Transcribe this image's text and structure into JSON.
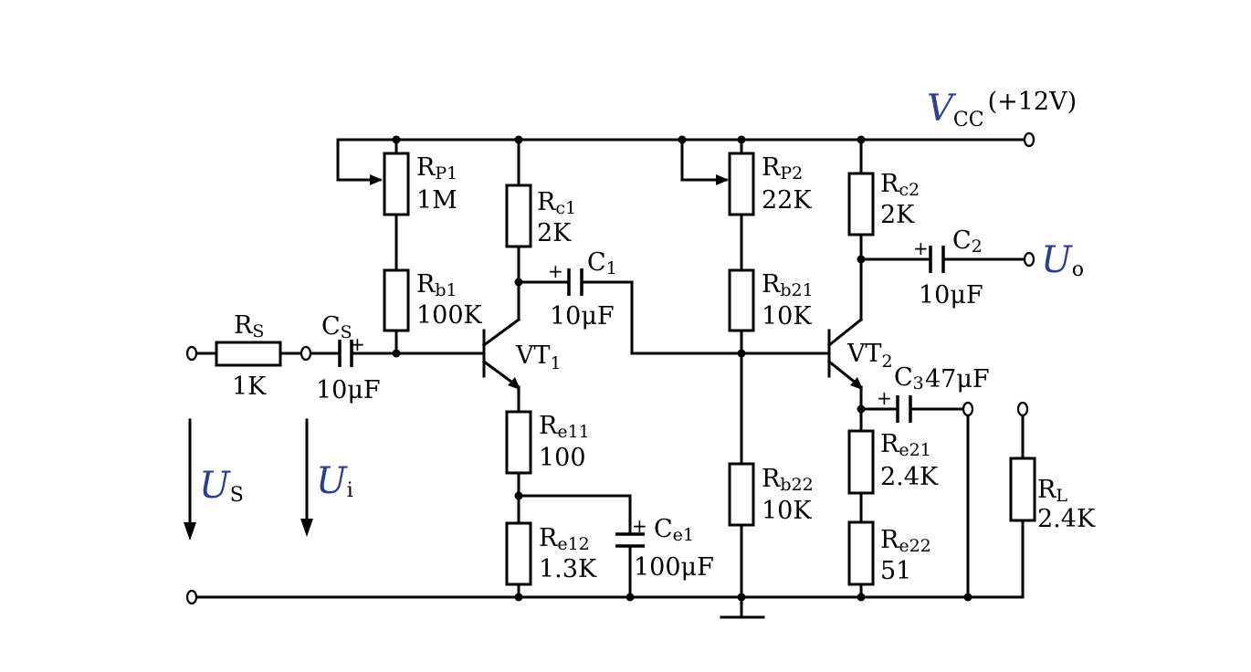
{
  "supply": {
    "symbol": "V",
    "sub": "CC",
    "value": "(+12V)"
  },
  "output_label": {
    "symbol": "U",
    "sub": "o"
  },
  "source_label": {
    "symbol": "U",
    "sub": "S"
  },
  "input_label": {
    "symbol": "U",
    "sub": "i"
  },
  "components": {
    "rs": {
      "name": "R",
      "sub": "S",
      "value": "1K"
    },
    "cs": {
      "name": "C",
      "sub": "S",
      "value": "10μF"
    },
    "rp1": {
      "name": "R",
      "sub": "P1",
      "value": "1M"
    },
    "rb1": {
      "name": "R",
      "sub": "b1",
      "value": "100K"
    },
    "rc1": {
      "name": "R",
      "sub": "c1",
      "value": "2K"
    },
    "c1": {
      "name": "C",
      "sub": "1",
      "value": "10μF"
    },
    "vt1": {
      "name": "VT",
      "sub": "1"
    },
    "re11": {
      "name": "R",
      "sub": "e11",
      "value": "100"
    },
    "re12": {
      "name": "R",
      "sub": "e12",
      "value": "1.3K"
    },
    "ce1": {
      "name": "C",
      "sub": "e1",
      "value": "100μF"
    },
    "rp2": {
      "name": "R",
      "sub": "P2",
      "value": "22K"
    },
    "rb21": {
      "name": "R",
      "sub": "b21",
      "value": "10K"
    },
    "rb22": {
      "name": "R",
      "sub": "b22",
      "value": "10K"
    },
    "rc2": {
      "name": "R",
      "sub": "c2",
      "value": "2K"
    },
    "c2": {
      "name": "C",
      "sub": "2",
      "value": "10μF"
    },
    "vt2": {
      "name": "VT",
      "sub": "2"
    },
    "c3": {
      "name": "C",
      "sub": "3",
      "value": "47μF"
    },
    "re21": {
      "name": "R",
      "sub": "e21",
      "value": "2.4K"
    },
    "re22": {
      "name": "R",
      "sub": "e22",
      "value": "51"
    },
    "rl": {
      "name": "R",
      "sub": "L",
      "value": "2.4K"
    }
  },
  "capacitor_polarity": "+"
}
